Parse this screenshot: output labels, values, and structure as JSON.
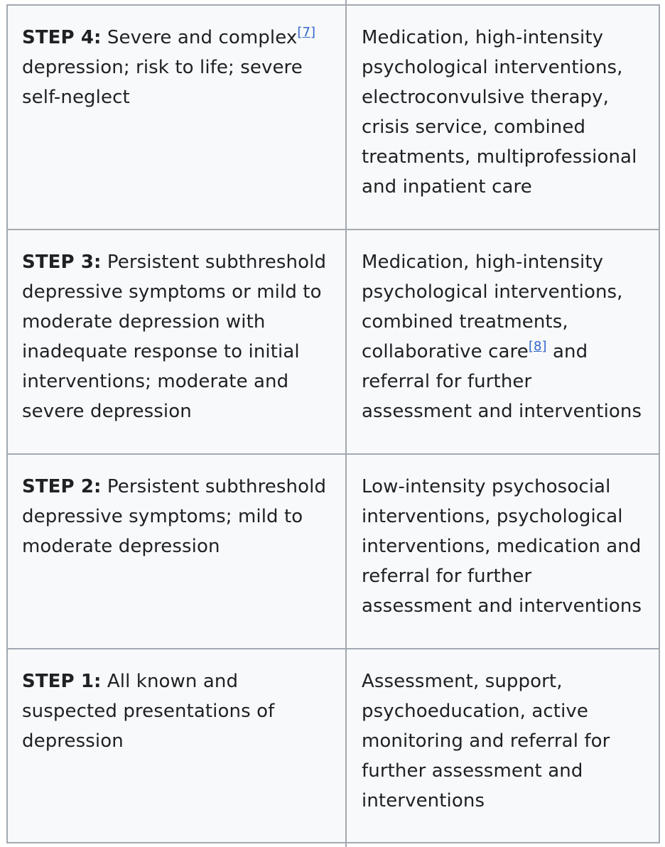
{
  "rows": [
    {
      "step_label": "STEP 4:",
      "description_pre": "Severe and complex",
      "description_ref": "[7]",
      "description_post": " depression; risk to life; severe self-neglect",
      "interventions_pre": "Medication, high-intensity psychological interventions, electroconvulsive therapy, crisis service, combined treatments, multiprofessional and inpatient care",
      "interventions_ref": "",
      "interventions_post": ""
    },
    {
      "step_label": "STEP 3:",
      "description_pre": "Persistent subthreshold depressive symptoms or mild to moderate depression with inadequate response to initial interventions; moderate and severe depression",
      "description_ref": "",
      "description_post": "",
      "interventions_pre": "Medication, high-intensity psychological interventions, combined treatments, collaborative care",
      "interventions_ref": "[8]",
      "interventions_post": " and referral for further assessment and interventions"
    },
    {
      "step_label": "STEP 2:",
      "description_pre": "Persistent subthreshold depressive symptoms; mild to moderate depression",
      "description_ref": "",
      "description_post": "",
      "interventions_pre": "Low-intensity psychosocial interventions, psychological interventions, medication and referral for further assessment and interventions",
      "interventions_ref": "",
      "interventions_post": ""
    },
    {
      "step_label": "STEP 1:",
      "description_pre": "All known and suspected presentations of depression",
      "description_ref": "",
      "description_post": "",
      "interventions_pre": "Assessment, support, psychoeducation, active monitoring and referral for further assessment and interventions",
      "interventions_ref": "",
      "interventions_post": ""
    }
  ],
  "colors": {
    "border": "#a2a9b1",
    "cell_background": "#f8f9fa",
    "text": "#202122",
    "link": "#3366cc"
  }
}
